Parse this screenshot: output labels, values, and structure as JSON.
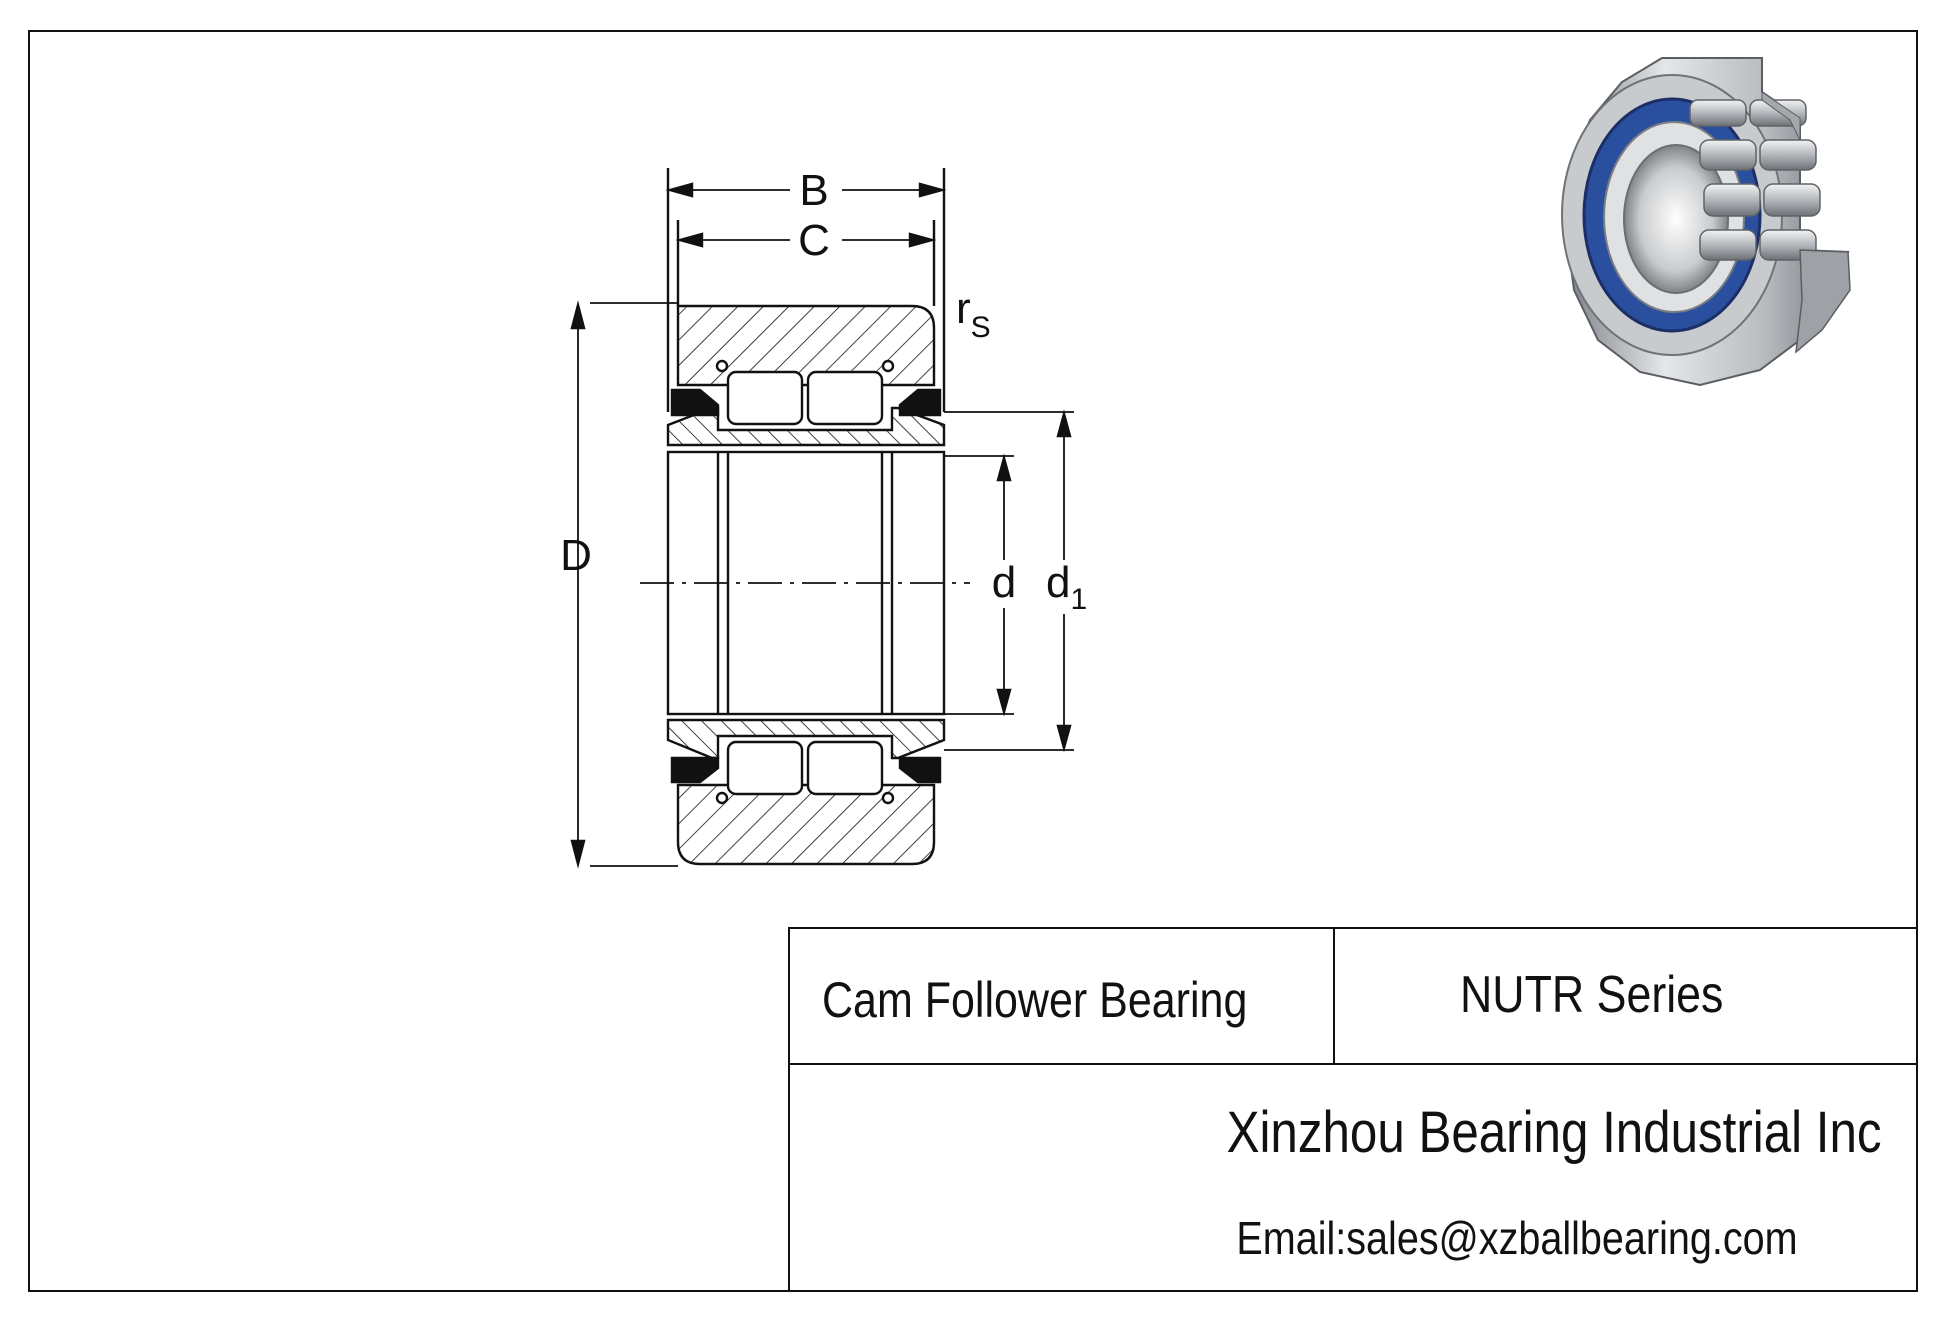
{
  "labels": {
    "B": "B",
    "C": "C",
    "rs_main": "r",
    "rs_sub": "S",
    "D": "D",
    "d": "d",
    "d1_main": "d",
    "d1_sub": "1"
  },
  "title_block": {
    "product_type": "Cam Follower Bearing",
    "series": "NUTR Series",
    "company": "Xinzhou Bearing Industrial Inc",
    "email": "Email:sales@xzballbearing.com"
  },
  "colors": {
    "line": "#111111",
    "seal_blue": "#2a4f9e",
    "steel_light": "#d4d6d8",
    "steel_dark": "#8b8e92"
  },
  "icons": {
    "bearing_photo": "bearing-cutaway-icon"
  }
}
